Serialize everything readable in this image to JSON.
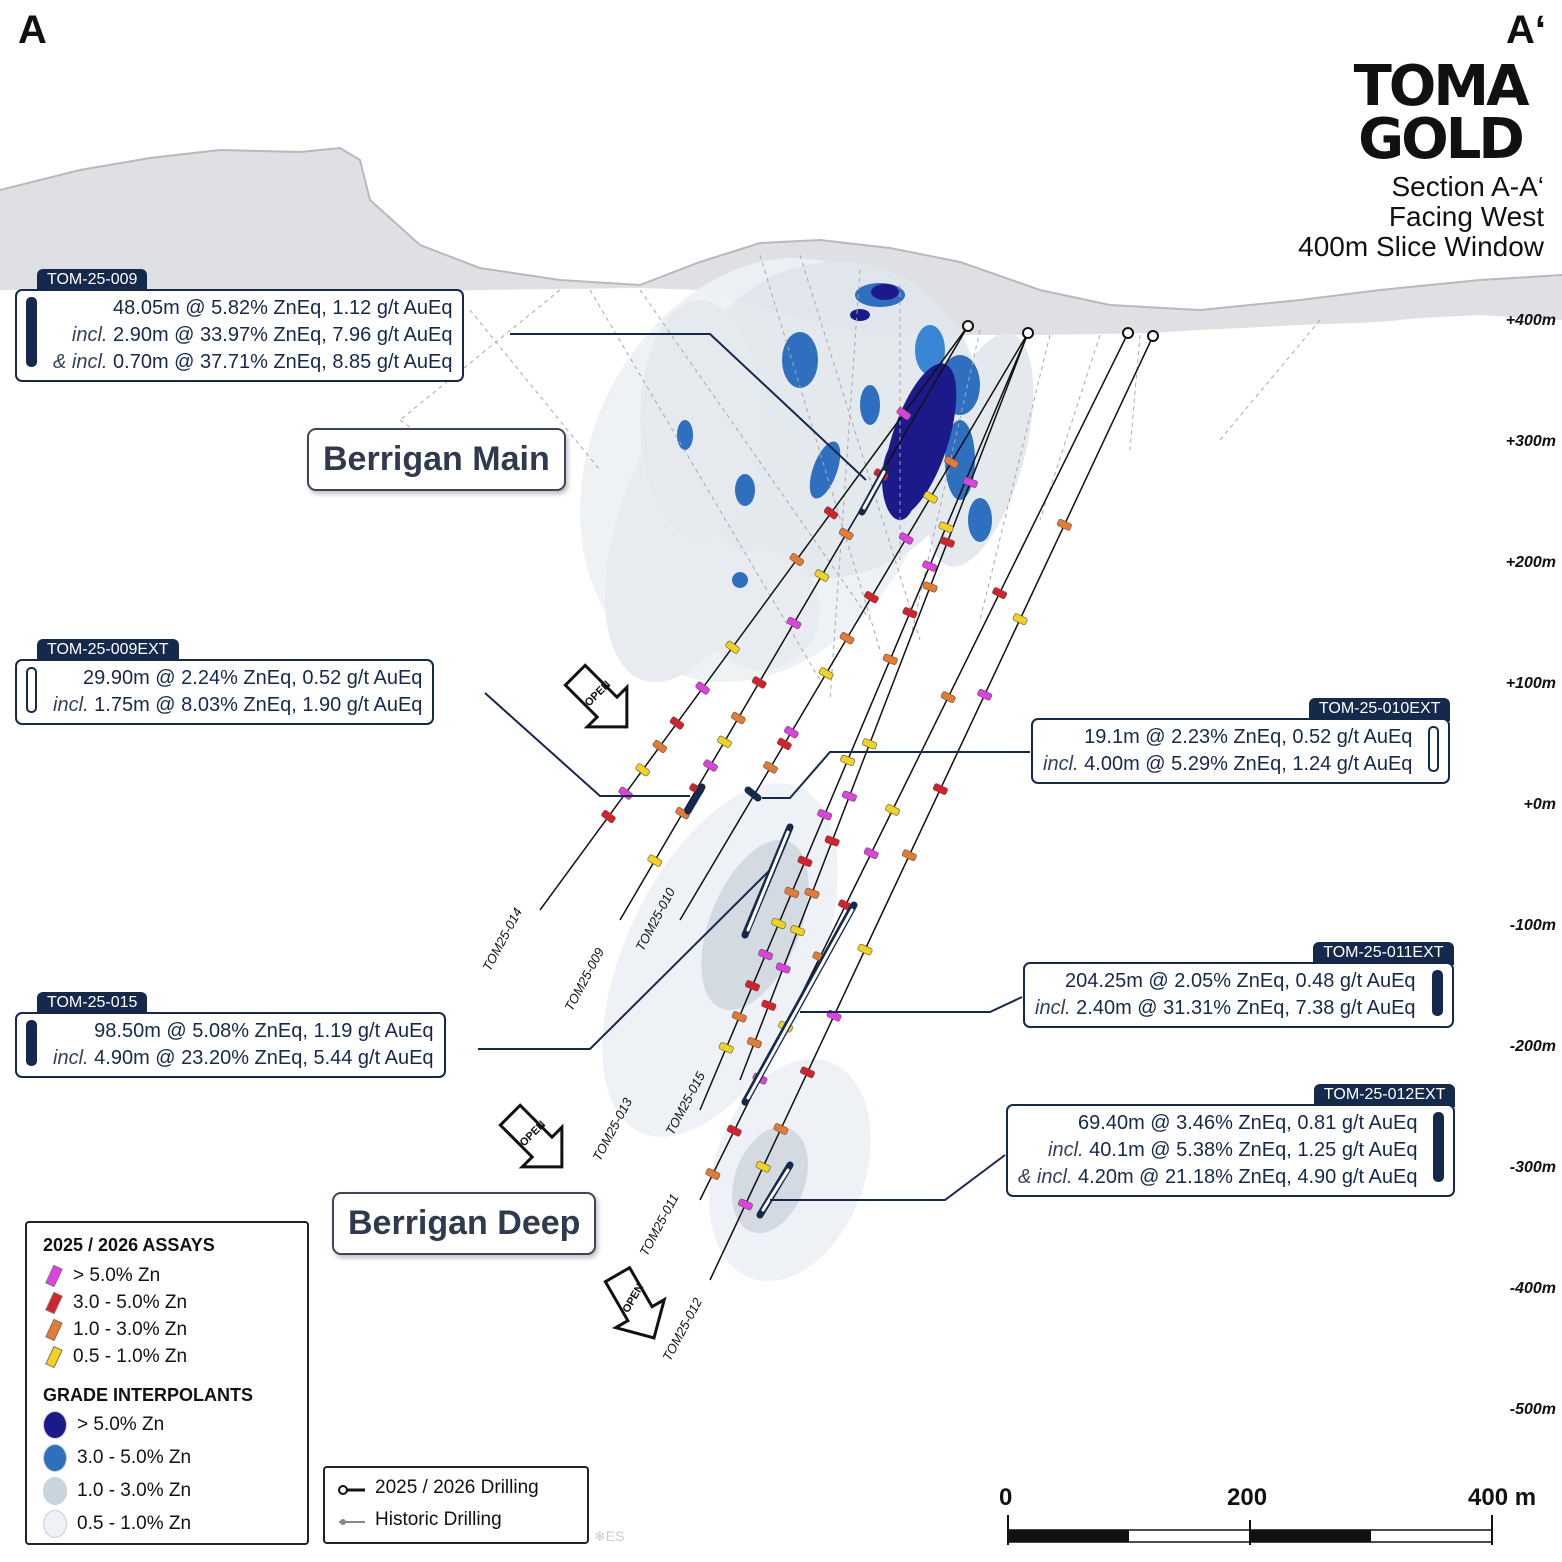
{
  "corners": {
    "left": "A",
    "right": "A‘"
  },
  "brand": {
    "line1": "TOMA",
    "line2": "GOLD"
  },
  "section": {
    "line1": "Section A-A‘",
    "line2": "Facing West",
    "line3": "400m Slice Window"
  },
  "elevations": [
    "+400m",
    "+300m",
    "+200m",
    "+100m",
    "+0m",
    "-100m",
    "-200m",
    "-300m",
    "-400m",
    "-500m"
  ],
  "callouts": {
    "tom_25_009": {
      "tag": "TOM-25-009",
      "lines": [
        {
          "prefix": "",
          "text": "48.05m @ 5.82% ZnEq, 1.12 g/t AuEq"
        },
        {
          "prefix": "incl.",
          "text": "2.90m @ 33.97% ZnEq, 7.96 g/t AuEq"
        },
        {
          "prefix": "& incl.",
          "text": "0.70m @ 37.71% ZnEq, 8.85 g/t AuEq"
        }
      ]
    },
    "tom_25_009ext": {
      "tag": "TOM-25-009EXT",
      "lines": [
        {
          "prefix": "",
          "text": "29.90m @ 2.24% ZnEq, 0.52 g/t AuEq"
        },
        {
          "prefix": "incl.",
          "text": "1.75m @ 8.03% ZnEq, 1.90 g/t AuEq"
        }
      ]
    },
    "tom_25_010ext": {
      "tag": "TOM-25-010EXT",
      "lines": [
        {
          "prefix": "",
          "text": "19.1m @ 2.23% ZnEq, 0.52 g/t AuEq"
        },
        {
          "prefix": "incl.",
          "text": "4.00m @ 5.29% ZnEq, 1.24 g/t AuEq"
        }
      ]
    },
    "tom_25_011ext": {
      "tag": "TOM-25-011EXT",
      "lines": [
        {
          "prefix": "",
          "text": "204.25m @ 2.05% ZnEq, 0.48 g/t AuEq"
        },
        {
          "prefix": "incl.",
          "text": "2.40m @ 31.31% ZnEq, 7.38 g/t AuEq"
        }
      ]
    },
    "tom_25_015": {
      "tag": "TOM-25-015",
      "lines": [
        {
          "prefix": "",
          "text": "98.50m @ 5.08% ZnEq, 1.19 g/t AuEq"
        },
        {
          "prefix": "incl.",
          "text": "4.90m @ 23.20% ZnEq, 5.44 g/t AuEq"
        }
      ]
    },
    "tom_25_012ext": {
      "tag": "TOM-25-012EXT",
      "lines": [
        {
          "prefix": "",
          "text": "69.40m @ 3.46% ZnEq, 0.81 g/t AuEq"
        },
        {
          "prefix": "incl.",
          "text": "40.1m @ 5.38% ZnEq, 1.25 g/t AuEq"
        },
        {
          "prefix": "& incl.",
          "text": "4.20m @ 21.18% ZnEq, 4.90 g/t AuEq"
        }
      ]
    }
  },
  "deposits": {
    "main": "Berrigan Main",
    "deep": "Berrigan Deep"
  },
  "open_label": "OPEN",
  "holes": [
    "TOM25-014",
    "TOM25-009",
    "TOM25-010",
    "TOM25-013",
    "TOM25-015",
    "TOM25-011",
    "TOM25-012"
  ],
  "legend": {
    "assays_title": "2025 / 2026 ASSAYS",
    "assays": [
      {
        "label": "> 5.0% Zn",
        "color": "#e040e0"
      },
      {
        "label": "3.0 - 5.0% Zn",
        "color": "#d8202a"
      },
      {
        "label": "1.0 - 3.0% Zn",
        "color": "#e67a30"
      },
      {
        "label": "0.5 - 1.0% Zn",
        "color": "#f2d21a"
      }
    ],
    "interp_title": "GRADE INTERPOLANTS",
    "interpolants": [
      {
        "label": "> 5.0% Zn",
        "color": "#1c1a8a"
      },
      {
        "label": "3.0 - 5.0% Zn",
        "color": "#2f6fbf"
      },
      {
        "label": "1.0 - 3.0% Zn",
        "color": "#c9d4de"
      },
      {
        "label": "0.5 - 1.0% Zn",
        "color": "#eef1f5"
      }
    ]
  },
  "drilling_legend": {
    "new": "2025 / 2026 Drilling",
    "historic": "Historic Drilling"
  },
  "scale": {
    "labels": [
      "0",
      "200",
      "400 m"
    ]
  },
  "credit": "❄ES"
}
